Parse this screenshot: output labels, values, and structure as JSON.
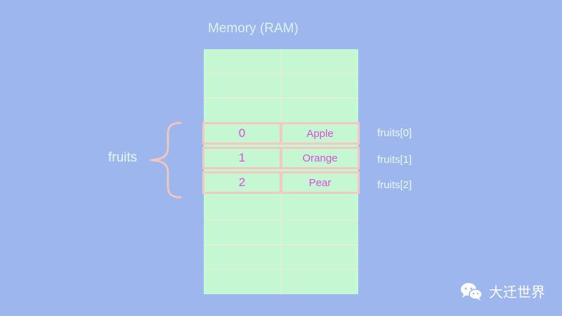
{
  "diagram": {
    "title": "Memory (RAM)",
    "array_name": "fruits",
    "elements": [
      {
        "index": "0",
        "value": "Apple",
        "label": "fruits[0]"
      },
      {
        "index": "1",
        "value": "Orange",
        "label": "fruits[1]"
      },
      {
        "index": "2",
        "value": "Pear",
        "label": "fruits[2]"
      }
    ]
  },
  "watermark": {
    "text": "大迁世界",
    "icon": "wechat-icon"
  },
  "colors": {
    "background": "#9db6ed",
    "memory_cell": "#c6f7d3",
    "cell_border": "#f3c8c0",
    "text_magenta": "#d84fd8"
  }
}
